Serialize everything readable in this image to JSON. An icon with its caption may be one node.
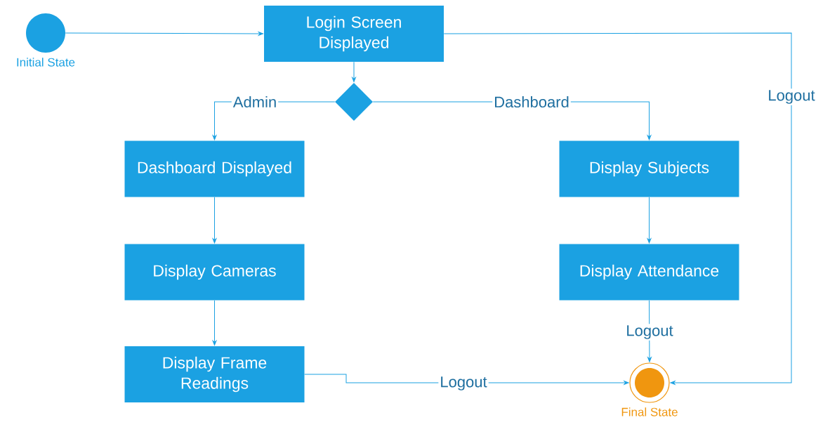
{
  "diagram": {
    "nodes": [
      {
        "text": [],
        "shape": "circle",
        "beside": [
          "Initial State"
        ]
      },
      {
        "text": [
          "Login Screen Displayed"
        ]
      },
      {
        "text": [],
        "shape": "diamond"
      },
      {
        "text": [
          "Dashboard Displayed"
        ]
      },
      {
        "text": [
          "Display Subjects"
        ]
      },
      {
        "text": [
          "Display Cameras"
        ]
      },
      {
        "text": [
          "Display Attendance"
        ]
      },
      {
        "text": [
          "Display Frame Readings"
        ]
      },
      {
        "text": [],
        "shape": "circle",
        "beside": [
          "Final State"
        ]
      }
    ],
    "edges": [
      {
        "from": 0,
        "to": 1,
        "arrow": "to"
      },
      {
        "from": 1,
        "to": 2,
        "arrow": "to"
      },
      {
        "from": 2,
        "to": 3,
        "arrow": "to",
        "label": "Admin"
      },
      {
        "from": 2,
        "to": 4,
        "arrow": "to",
        "label": "Dashboard"
      },
      {
        "from": 3,
        "to": 5,
        "arrow": "to"
      },
      {
        "from": 5,
        "to": 7,
        "arrow": "to"
      },
      {
        "from": 4,
        "to": 6,
        "arrow": "to"
      },
      {
        "from": 6,
        "to": 8,
        "arrow": "to",
        "label": "Logout"
      },
      {
        "from": 7,
        "to": 8,
        "arrow": "to",
        "label": "Logout"
      },
      {
        "from": 1,
        "to": 8,
        "arrow": "to",
        "label": "Logout"
      }
    ]
  }
}
